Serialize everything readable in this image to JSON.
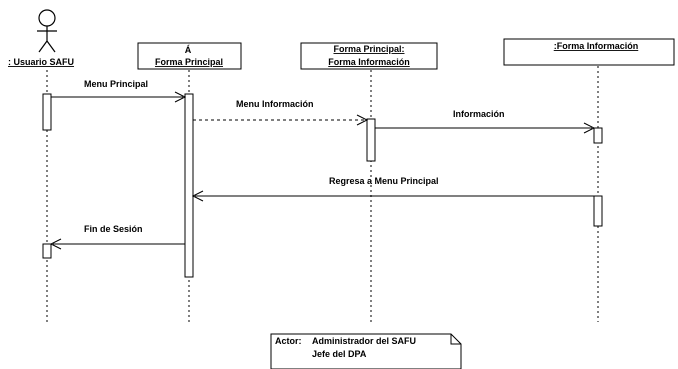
{
  "actor": {
    "label": ": Usuario SAFU"
  },
  "objects": {
    "forma_principal": {
      "label": "Forma Principal",
      "marker": "Á"
    },
    "forma_principal_info": {
      "line1": "Forma Principal:",
      "line2": "Forma Información"
    },
    "forma_informacion": {
      "label": ":Forma Información"
    }
  },
  "messages": {
    "menu_principal": "Menu Principal",
    "menu_informacion": "Menu Información",
    "informacion": "Información",
    "regresa": "Regresa a Menu Principal",
    "fin_sesion": "Fin de Sesión"
  },
  "note": {
    "actor_label": "Actor:",
    "actor_value": "Administrador del SAFU",
    "line2": "Jefe del DPA"
  }
}
